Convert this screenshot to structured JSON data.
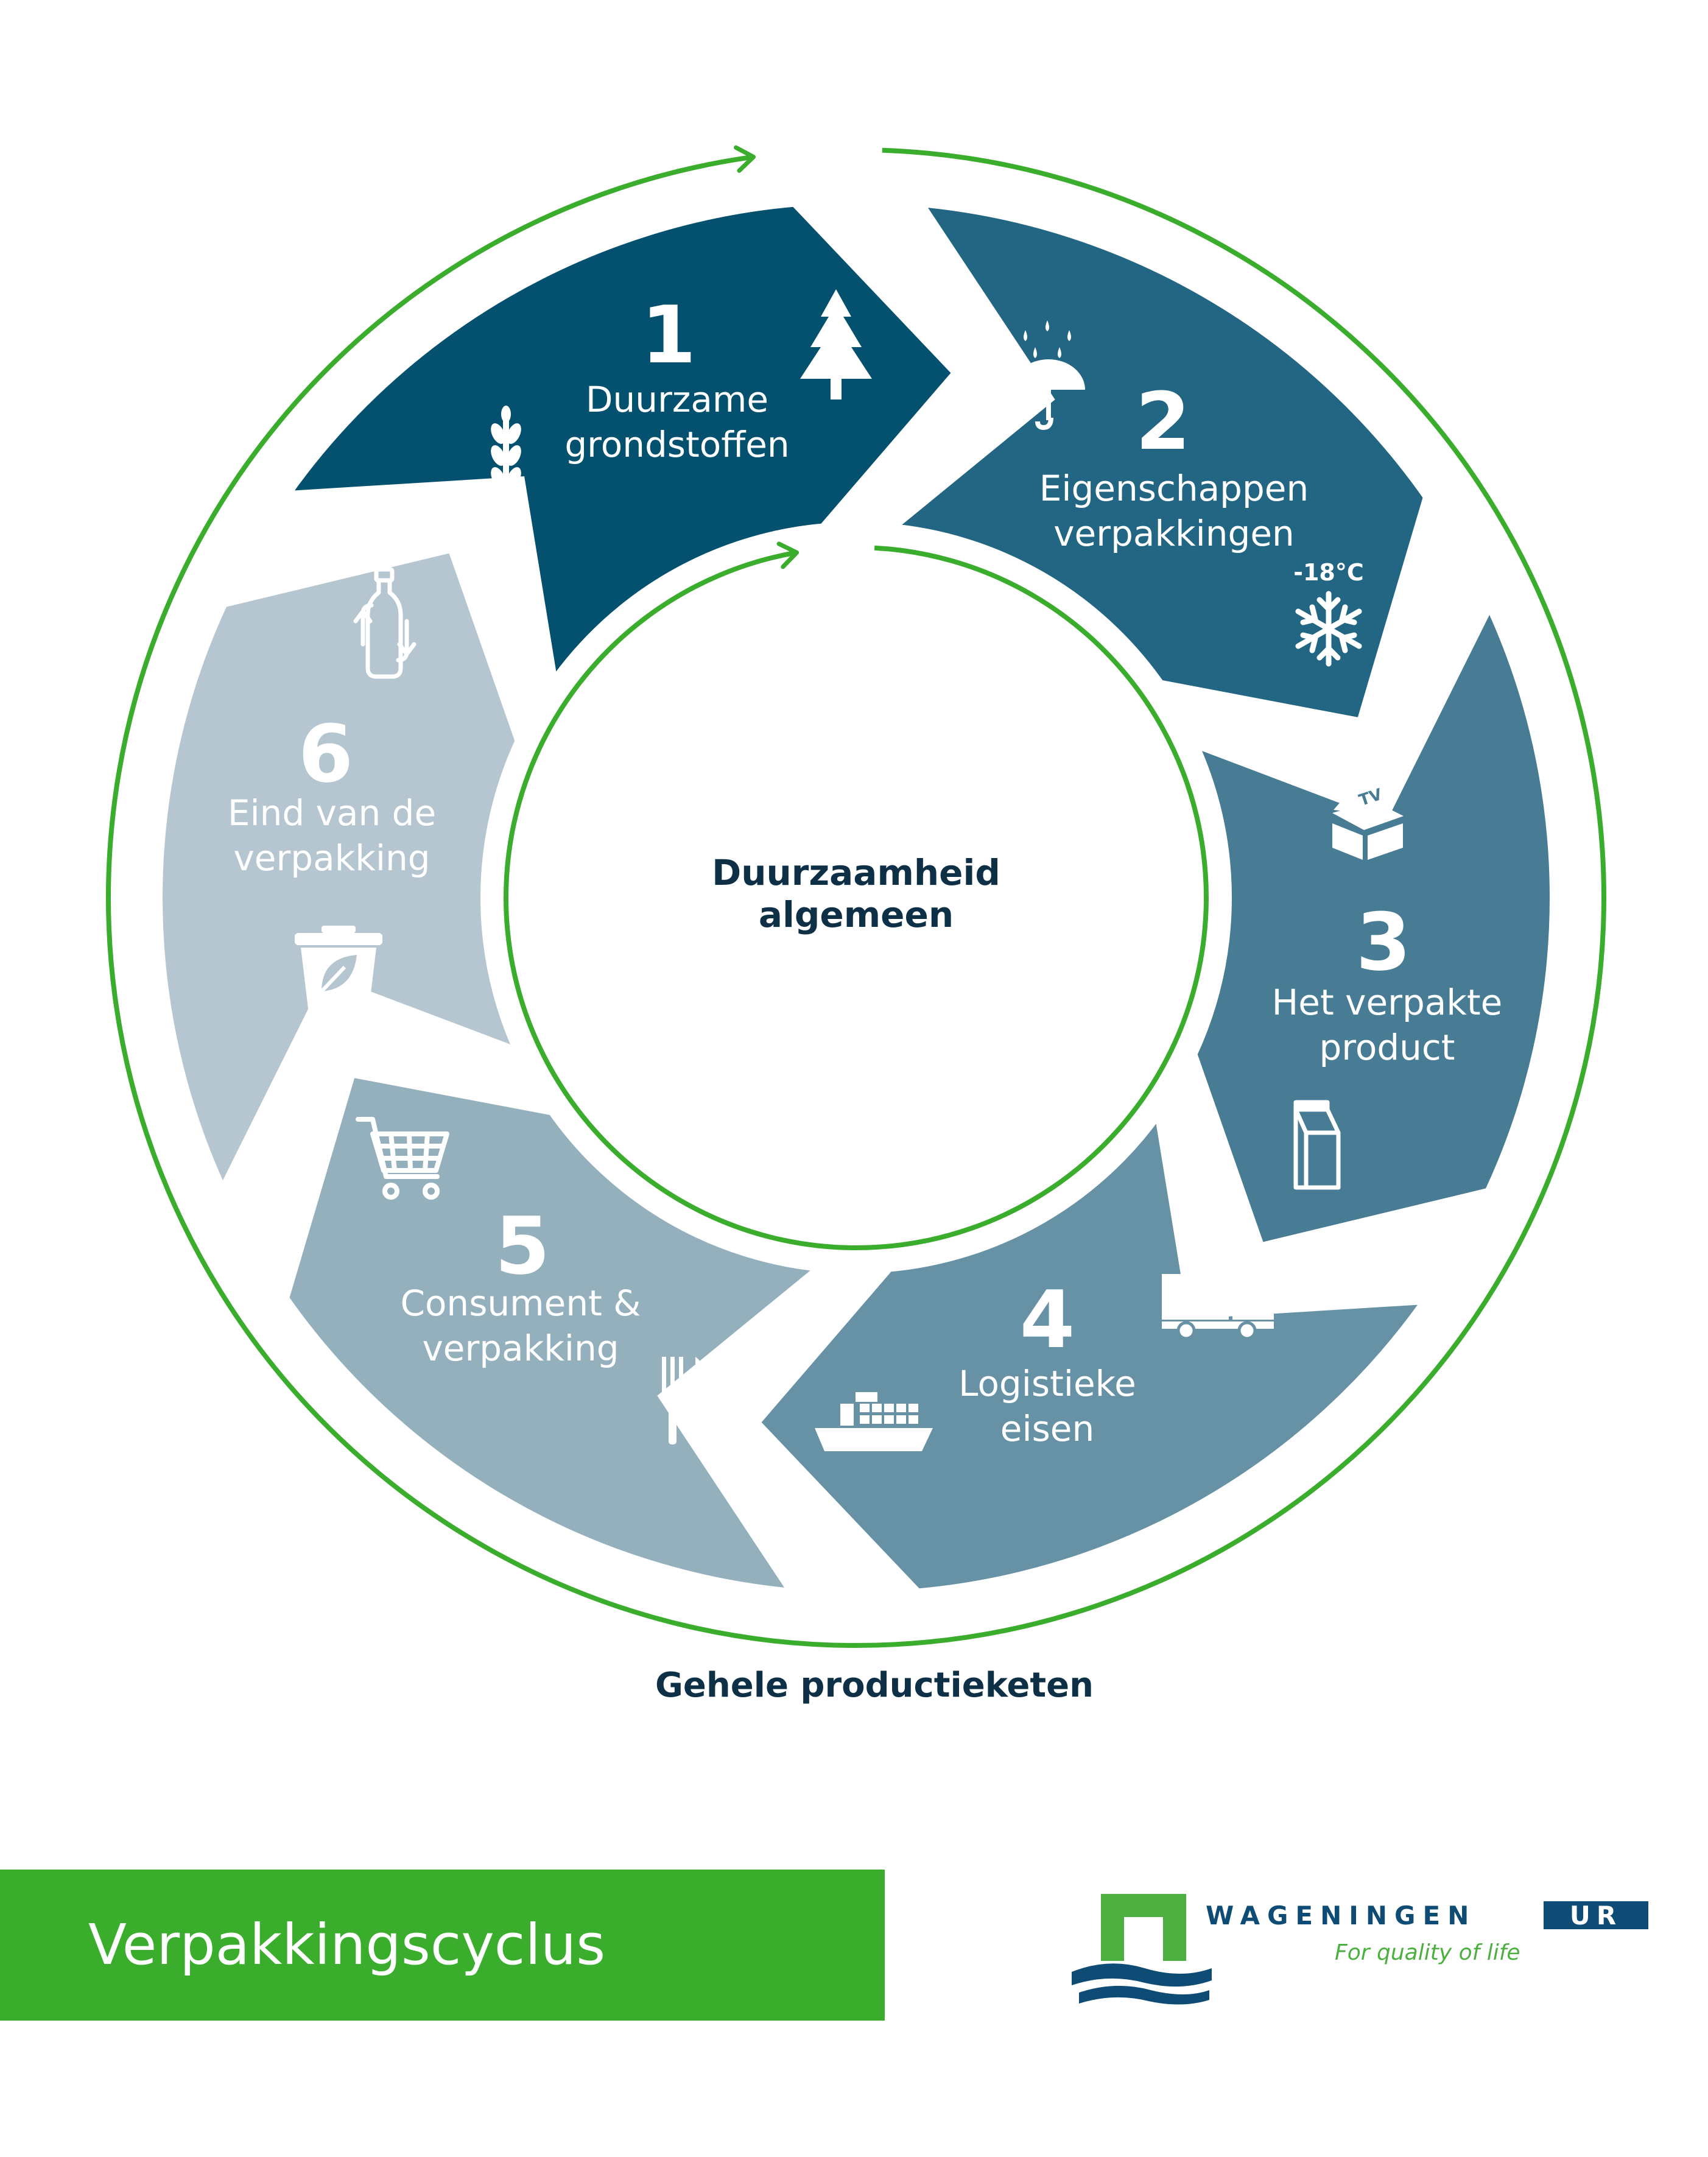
{
  "title": "Verpakkingscyclus",
  "center_label": [
    "Duurzaamheid",
    "algemeen"
  ],
  "outer_label": "Gehele productieketen",
  "segments": [
    {
      "number": "1",
      "label": [
        "Duurzame",
        "grondstoffen"
      ],
      "color": "#04506f",
      "icons": [
        "tree-icon",
        "wheat-icon"
      ]
    },
    {
      "number": "2",
      "label": [
        "Eigenschappen",
        "verpakkingen"
      ],
      "color": "#236683",
      "icons": [
        "umbrella-rain-icon",
        "snowflake-icon"
      ],
      "temperature": "-18°C"
    },
    {
      "number": "3",
      "label": [
        "Het verpakte",
        "product"
      ],
      "color": "#477c94",
      "icons": [
        "box-tv-icon",
        "milk-carton-icon"
      ],
      "box_text": "TV"
    },
    {
      "number": "4",
      "label": [
        "Logistieke",
        "eisen"
      ],
      "color": "#6792a6",
      "icons": [
        "truck-icon",
        "cargo-ship-icon"
      ]
    },
    {
      "number": "5",
      "label": [
        "Consument &",
        "verpakking"
      ],
      "color": "#95b0bd",
      "icons": [
        "shopping-cart-icon",
        "fork-knife-icon"
      ]
    },
    {
      "number": "6",
      "label": [
        "Eind van de",
        "verpakking"
      ],
      "color": "#b5c6d0",
      "icons": [
        "bottle-recycle-icon",
        "bio-bin-icon"
      ]
    }
  ],
  "colors": {
    "arrow_green": "#3bad2d",
    "dark_text": "#0e3046",
    "logo_navy": "#0f4c75",
    "logo_green": "#4caf3f"
  },
  "logo": {
    "name": "WAGENINGEN",
    "suffix": "UR",
    "tagline": "For quality of life"
  }
}
